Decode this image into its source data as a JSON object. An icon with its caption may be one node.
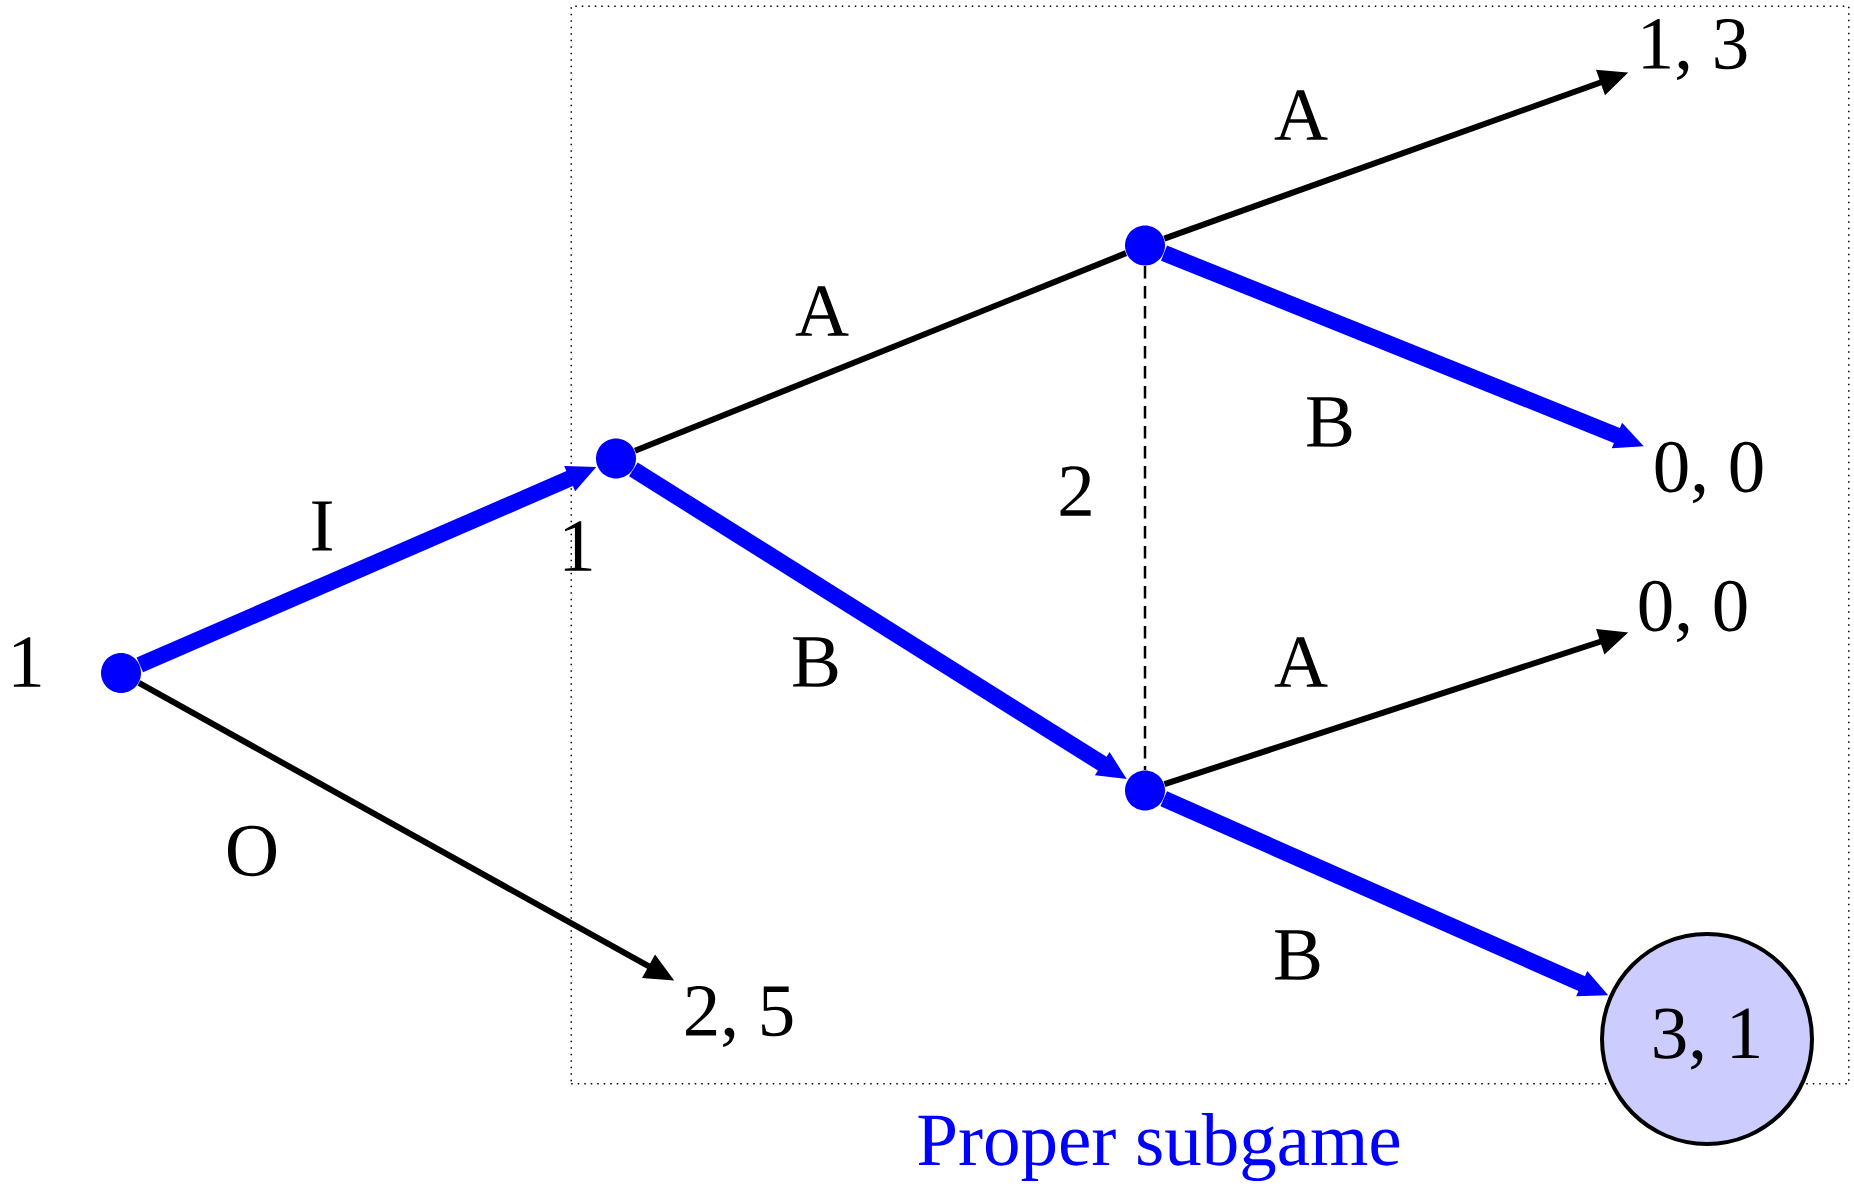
{
  "diagram": {
    "nodes": [
      {
        "text": [
          "Proper subgame"
        ]
      },
      {
        "text": [],
        "shape": "circle",
        "beside": [
          "1"
        ]
      },
      {
        "text": [],
        "shape": "circle",
        "beside": [
          "1"
        ],
        "in": 0
      },
      {
        "text": [],
        "shape": "circle",
        "in": 0
      },
      {
        "text": [],
        "shape": "circle",
        "in": 0
      },
      {
        "text": [
          "2, 5"
        ],
        "in": 0
      },
      {
        "text": [
          "1, 3"
        ],
        "in": 0
      },
      {
        "text": [
          "0, 0"
        ],
        "in": 0
      },
      {
        "text": [
          "0, 0"
        ],
        "in": 0
      },
      {
        "text": [
          "3, 1"
        ]
      }
    ],
    "edges": [
      {
        "from": 1,
        "to": 2,
        "arrow": "to",
        "label": "I",
        "style": "thick",
        "color": "#0000ff"
      },
      {
        "from": 1,
        "to": 5,
        "arrow": "to",
        "label": "O"
      },
      {
        "from": 2,
        "to": 3,
        "arrow": "none",
        "label": "A"
      },
      {
        "from": 2,
        "to": 4,
        "arrow": "to",
        "label": "B",
        "style": "thick",
        "color": "#0000ff"
      },
      {
        "from": 3,
        "to": 6,
        "arrow": "to",
        "label": "A"
      },
      {
        "from": 3,
        "to": 7,
        "arrow": "to",
        "label": "B",
        "style": "thick",
        "color": "#0000ff"
      },
      {
        "from": 3,
        "to": 4,
        "arrow": "none",
        "label": "2",
        "style": "dashed"
      },
      {
        "from": 4,
        "to": 8,
        "arrow": "to",
        "label": "A"
      },
      {
        "from": 4,
        "to": 9,
        "arrow": "to",
        "label": "B",
        "style": "thick",
        "color": "#0000ff"
      }
    ]
  }
}
